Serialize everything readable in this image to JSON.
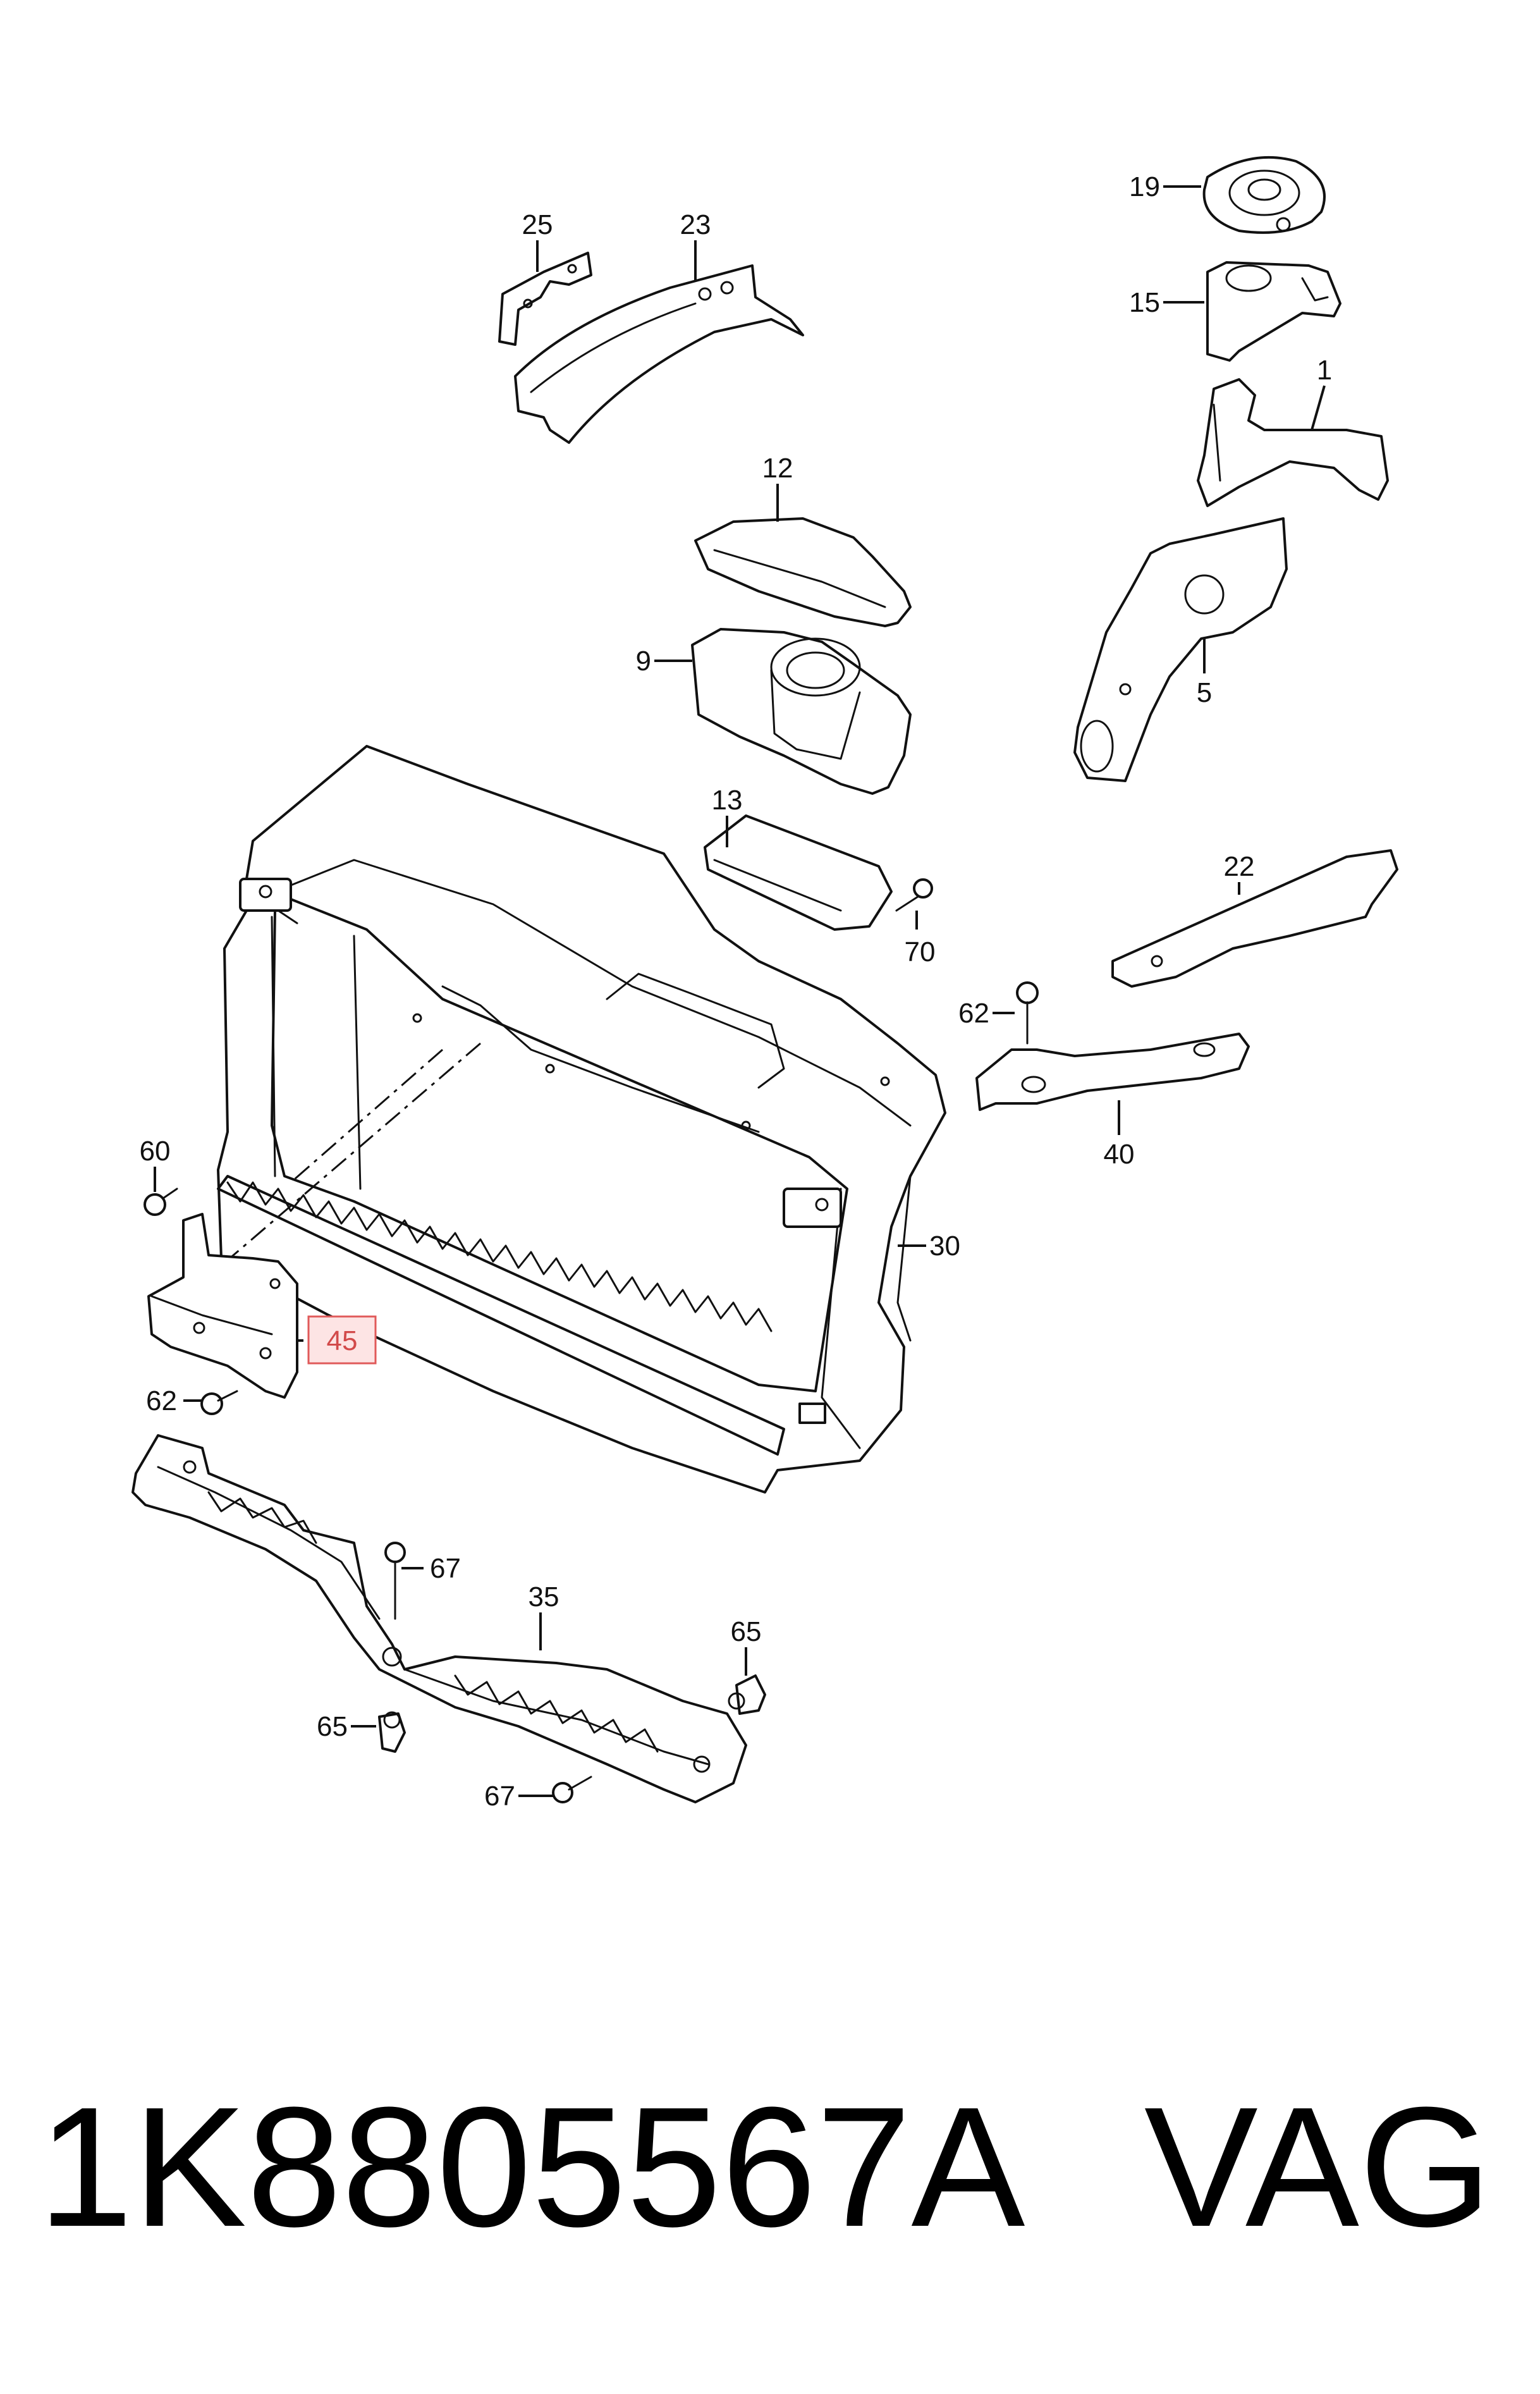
{
  "callouts": {
    "c25": "25",
    "c23": "23",
    "c19": "19",
    "c15": "15",
    "c1": "1",
    "c12": "12",
    "c9": "9",
    "c5": "5",
    "c13": "13",
    "c70": "70",
    "c22": "22",
    "c62a": "62",
    "c40": "40",
    "c60": "60",
    "c30": "30",
    "c45": "45",
    "c62b": "62",
    "c67a": "67",
    "c35": "35",
    "c65a": "65",
    "c65b": "65",
    "c67b": "67"
  },
  "highlight": {
    "callout": "45",
    "color": "#e05a5a",
    "fill": "#fde4e4"
  },
  "footer": {
    "part_number": "1K8805567A",
    "brand": "VAG"
  }
}
